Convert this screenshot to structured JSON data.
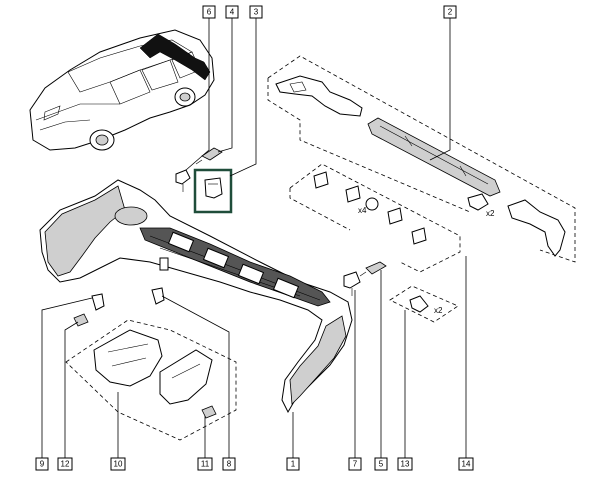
{
  "callouts": {
    "c6": "6",
    "c4a": "4",
    "c3": "3",
    "c2": "2",
    "c9": "9",
    "c12": "12",
    "c10": "10",
    "c11": "11",
    "c8": "8",
    "c1": "1",
    "c7": "7",
    "c5": "5",
    "c13": "13",
    "c14": "14"
  },
  "quantities": {
    "x4_clip": "x4",
    "x2_bracket": "x2",
    "x2_clip": "x2"
  },
  "colors": {
    "highlight": "#1f4d3a",
    "shade": "#cfcfcf",
    "dark": "#555555"
  }
}
